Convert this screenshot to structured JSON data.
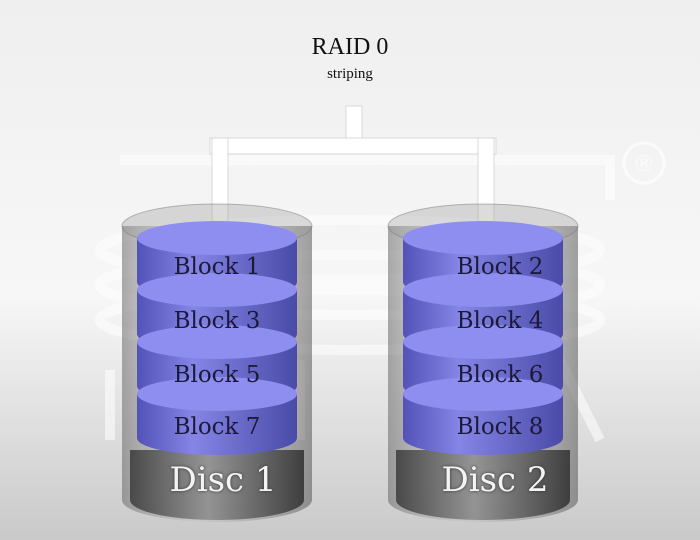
{
  "title": "RAID 0",
  "subtitle": "striping",
  "watermark": {
    "symbol": "®"
  },
  "discs": [
    {
      "label": "Disc 1",
      "blocks": [
        "Block 1",
        "Block 3",
        "Block 5",
        "Block 7"
      ]
    },
    {
      "label": "Disc 2",
      "blocks": [
        "Block 2",
        "Block 4",
        "Block 6",
        "Block 8"
      ]
    }
  ],
  "colors": {
    "block_side": "#6e6ed8",
    "block_top": "#8a8aec",
    "connector": "#ffffff",
    "background_top": "#f2f2f2",
    "background_bottom": "#c4c4c4"
  }
}
